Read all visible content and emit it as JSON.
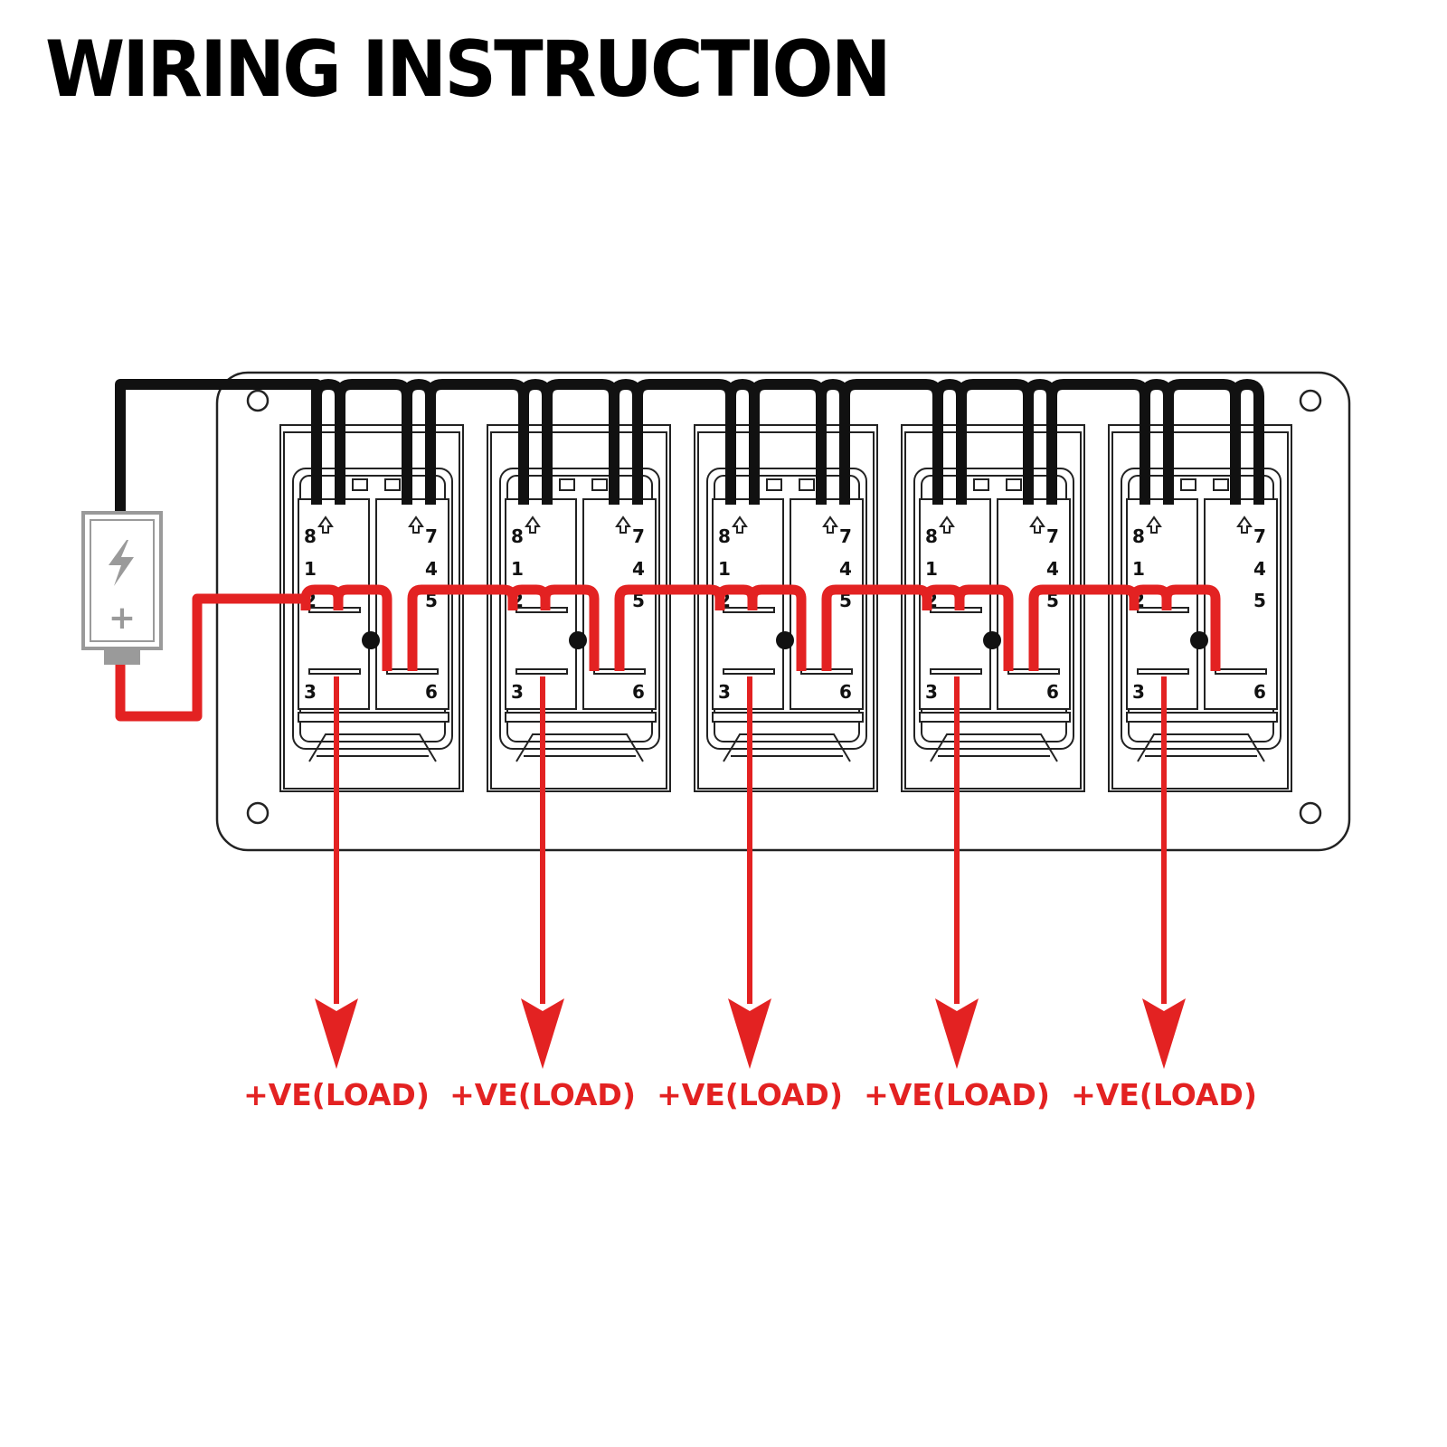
{
  "title": "WIRING INSTRUCTION",
  "colors": {
    "positive_wire": "#e32222",
    "ground_wire": "#111111",
    "outline": "#222222",
    "battery": "#9a9a9a"
  },
  "battery": {
    "icon": "lightning-bolt-icon",
    "polarity_label": "+"
  },
  "switches": [
    {
      "pins": [
        "8",
        "7",
        "1",
        "4",
        "2",
        "5",
        "3",
        "6"
      ],
      "output_label": "+VE(LOAD)"
    },
    {
      "pins": [
        "8",
        "7",
        "1",
        "4",
        "2",
        "5",
        "3",
        "6"
      ],
      "output_label": "+VE(LOAD)"
    },
    {
      "pins": [
        "8",
        "7",
        "1",
        "4",
        "2",
        "5",
        "3",
        "6"
      ],
      "output_label": "+VE(LOAD)"
    },
    {
      "pins": [
        "8",
        "7",
        "1",
        "4",
        "2",
        "5",
        "3",
        "6"
      ],
      "output_label": "+VE(LOAD)"
    },
    {
      "pins": [
        "8",
        "7",
        "1",
        "4",
        "2",
        "5",
        "3",
        "6"
      ],
      "output_label": "+VE(LOAD)"
    }
  ]
}
